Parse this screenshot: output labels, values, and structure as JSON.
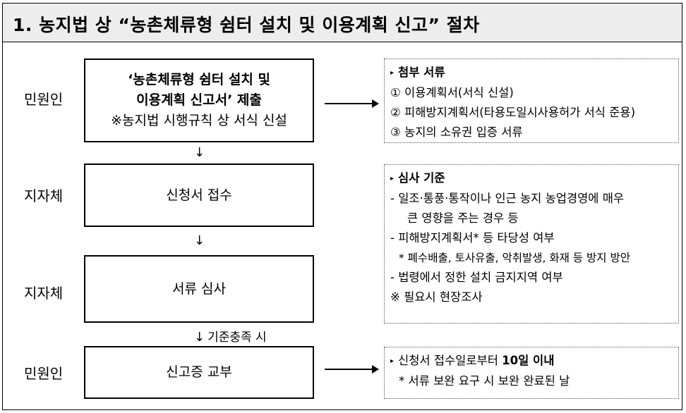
{
  "title": "1. 농지법 상  “농촌체류형 쉼터 설치 및 이용계획 신고” 절차",
  "steps": [
    {
      "actor": "민원인",
      "box_lines": [
        "‘농촌체류형 쉼터 설치 및",
        "이용계획 신고서’ 제출",
        "※농지법 시행규칙 상 서식 신설"
      ]
    },
    {
      "actor": "지자체",
      "box_lines": [
        "신청서 접수"
      ]
    },
    {
      "actor": "지자체",
      "box_lines": [
        "서류 심사"
      ]
    },
    {
      "actor": "민원인",
      "box_lines": [
        "신고증 교부"
      ]
    }
  ],
  "arrows": {
    "down_arrow": "↓",
    "condition_label": "기준충족 시"
  },
  "panels": {
    "attachments": {
      "marker": "▸",
      "heading": "첨부 서류",
      "items": [
        "① 이용계획서(서식 신설)",
        "② 피해방지계획서(타용도일시사용허가 서식 준용)",
        "③ 농지의 소유권 입증 서류"
      ]
    },
    "criteria": {
      "marker": "▸",
      "heading": "심사 기준",
      "line1a": "- 일조·통풍·통작이나 인근 농지 농업경영에 매우",
      "line1b": "큰 영향을 주는 경우 등",
      "line2": "- 피해방지계획서* 등 타당성 여부",
      "line2_note": "* 폐수배출, 토사유출, 악취발생, 화재 등 방지 방안",
      "line3": "- 법령에서 정한 설치 금지지역 여부",
      "line4": "※ 필요시 현장조사"
    },
    "issuance": {
      "marker": "▸",
      "line1_prefix": "신청서 접수일로부터",
      "line1_bold": "10일 이내",
      "line2": "* 서류 보완 요구 시 보완 완료된 날"
    }
  }
}
